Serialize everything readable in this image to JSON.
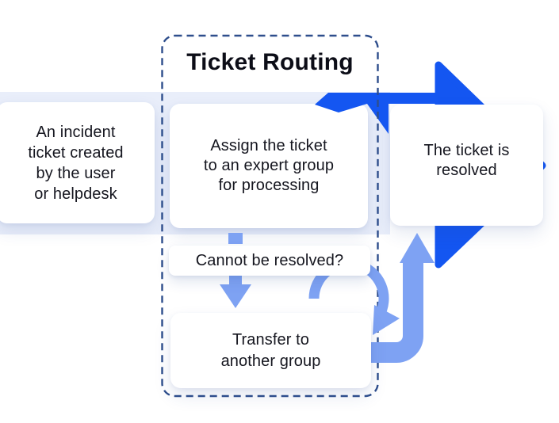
{
  "title": "Ticket Routing",
  "question_label": "Cannot be resolved?",
  "cards": {
    "incident": {
      "lines": [
        "An incident",
        "ticket created",
        "by the user",
        "or helpdesk"
      ]
    },
    "assign": {
      "lines": [
        "Assign the ticket",
        "to an expert group",
        "for processing"
      ]
    },
    "resolved": {
      "lines": [
        "The ticket is",
        "resolved"
      ]
    },
    "transfer": {
      "lines": [
        "Transfer to",
        "another group"
      ]
    }
  },
  "colors": {
    "accent": "#1456F1",
    "arrow": "#7EA2F3",
    "band": "#E9EEFA",
    "dash": "#2E4E8C",
    "text": "#15161F",
    "title_text": "#0C0D17",
    "card_bg": "#FFFFFF"
  }
}
